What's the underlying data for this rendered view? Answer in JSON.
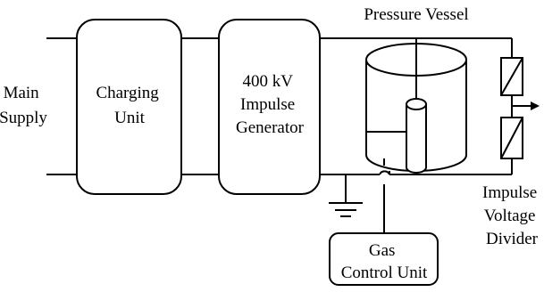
{
  "labels": {
    "main_supply": [
      "Main",
      "Supply"
    ],
    "charging_unit": [
      "Charging",
      "Unit"
    ],
    "impulse_generator": [
      "400 kV",
      "Impulse",
      "Generator"
    ],
    "pressure_vessel": "Pressure Vessel",
    "voltage_divider": [
      "Impulse",
      "Voltage",
      "Divider"
    ],
    "gas_control_unit": [
      "Gas",
      "Control Unit"
    ]
  }
}
